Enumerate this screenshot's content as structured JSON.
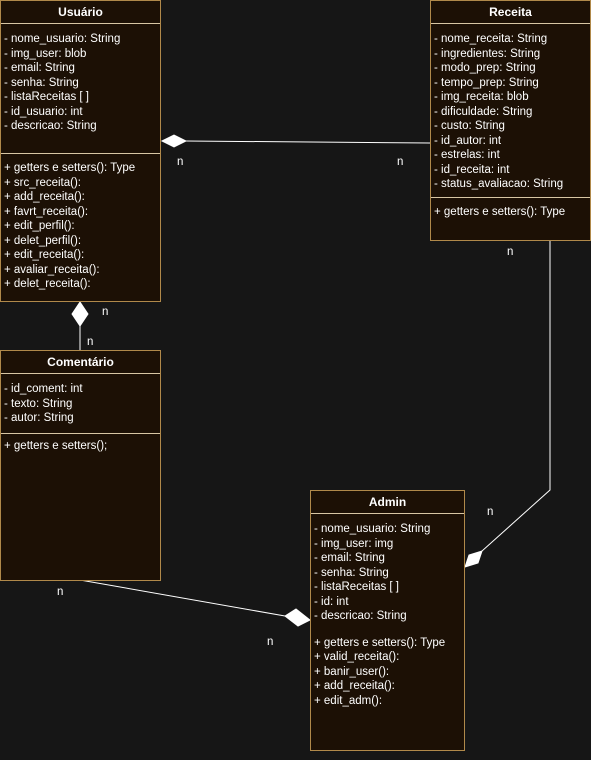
{
  "classes": {
    "usuario": {
      "title": "Usuário",
      "attributes": [
        "- nome_usuario: String",
        "- img_user: blob",
        "- email: String",
        "- senha: String",
        "- listaReceitas [ ]",
        "- id_usuario: int",
        "- descricao: String"
      ],
      "methods": [
        "+ getters e setters(): Type",
        "+ src_receita():",
        "+ add_receita():",
        "+ favrt_receita():",
        "+ edit_perfil():",
        "+ delet_perfil():",
        "+ edit_receita():",
        "+ avaliar_receita():",
        "+ delet_receita():"
      ]
    },
    "receita": {
      "title": "Receita",
      "attributes": [
        "- nome_receita: String",
        "- ingredientes: String",
        "- modo_prep: String",
        "- tempo_prep: String",
        "- img_receita: blob",
        "- dificuldade: String",
        "- custo: String",
        "- id_autor: int",
        "- estrelas: int",
        "- id_receita: int",
        "- status_avaliacao: String"
      ],
      "methods": [
        "+ getters e setters(): Type"
      ]
    },
    "comentario": {
      "title": "Comentário",
      "attributes": [
        "- id_coment: int",
        "- texto: String",
        "- autor: String"
      ],
      "methods": [
        "+ getters e setters();"
      ]
    },
    "admin": {
      "title": "Admin",
      "attributes": [
        "- nome_usuario: String",
        "- img_user: img",
        "- email: String",
        "- senha: String",
        "- listaReceitas [ ]",
        "- id: int",
        "- descricao: String"
      ],
      "methods": [
        "+ getters e setters(): Type",
        "+ valid_receita():",
        "+ banir_user():",
        "+ add_receita():",
        "+ edit_adm():"
      ]
    }
  },
  "multiplicities": {
    "usuario_receita_left": "n",
    "usuario_receita_right": "n",
    "usuario_comentario_top": "n",
    "usuario_comentario_bottom": "n",
    "receita_admin_top": "n",
    "receita_admin_bottom": "n",
    "comentario_admin_left": "n",
    "comentario_admin_right": "n"
  },
  "colors": {
    "background": "#161616",
    "box_fill": "#1c1005",
    "box_border": "#b0894a",
    "divider": "#d8c6a4",
    "line": "#ffffff"
  }
}
